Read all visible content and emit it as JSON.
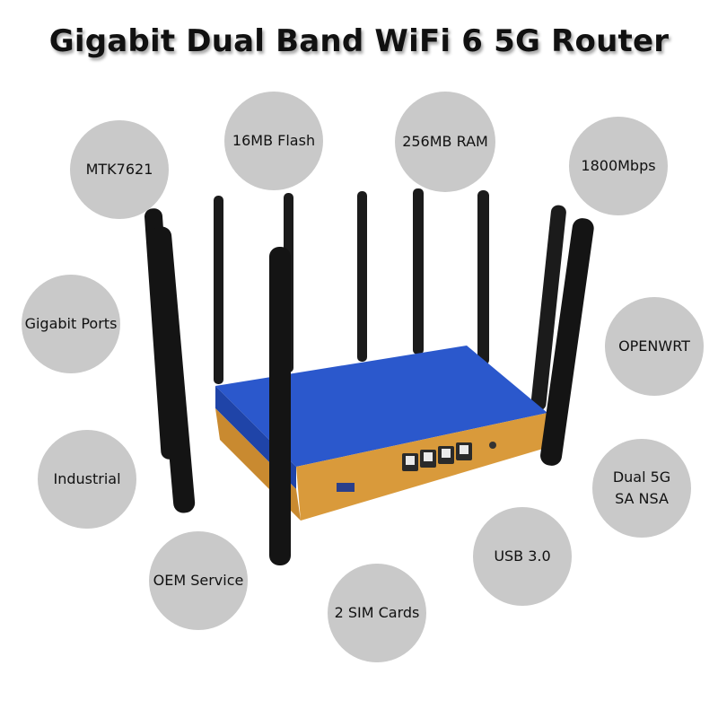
{
  "title": "Gigabit Dual Band WiFi 6 5G Router",
  "features": [
    "MTK7621",
    "16MB Flash",
    "256MB RAM",
    "1800Mbps",
    "Gigabit Ports",
    "OPENWRT",
    "Industrial",
    "Dual 5G SA NSA",
    "OEM Service",
    "USB 3.0",
    "2 SIM Cards"
  ],
  "colors": {
    "bubble": "#c9c9c9",
    "router_top": "#2a57c9",
    "router_front": "#d89a3a",
    "antenna": "#1a1a1a"
  }
}
